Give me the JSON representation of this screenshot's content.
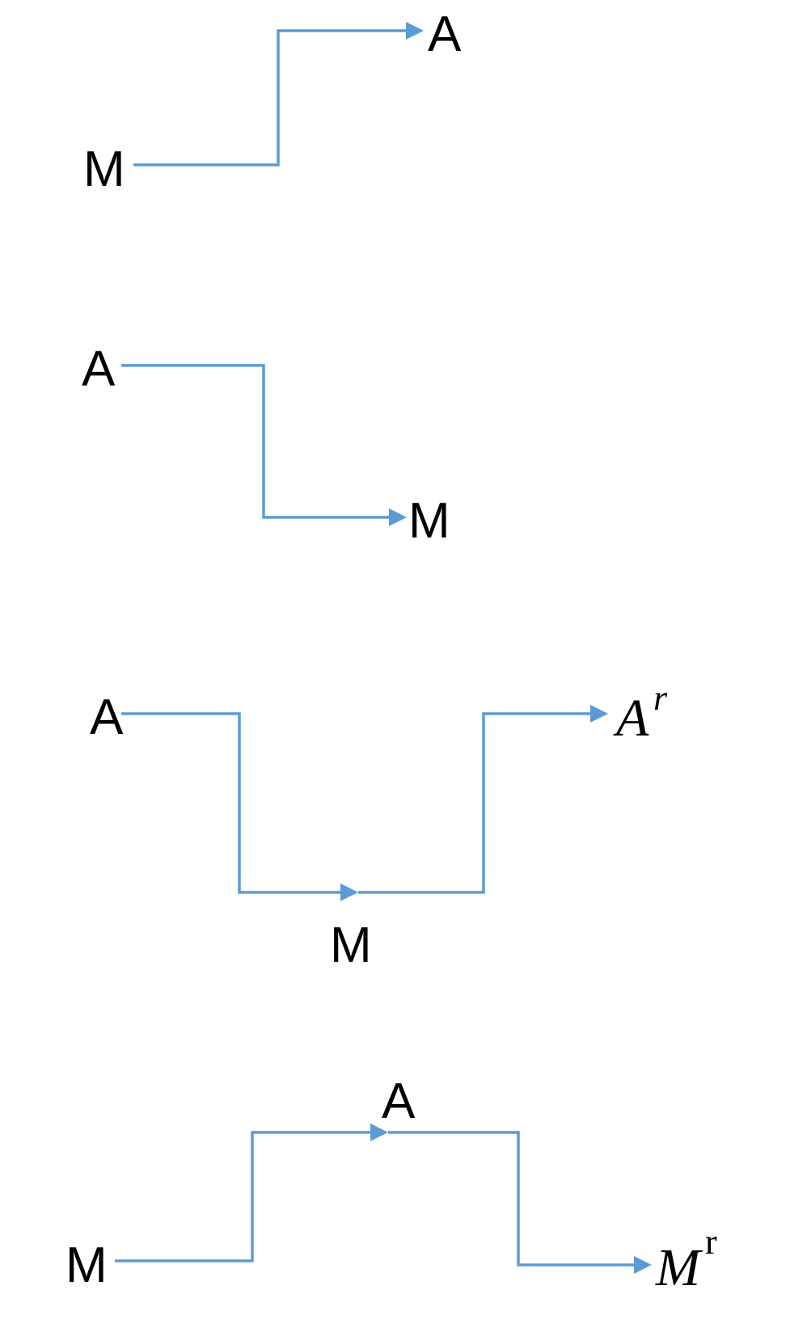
{
  "colors": {
    "arrow": "#5b9bd5",
    "text": "#000000"
  },
  "diagrams": [
    {
      "source": "M",
      "target": "A"
    },
    {
      "source": "A",
      "target": "M"
    },
    {
      "source": "A",
      "middle": "M",
      "target": "A",
      "target_superscript": "r"
    },
    {
      "source": "M",
      "middle": "A",
      "target": "M",
      "target_superscript": "r"
    }
  ]
}
